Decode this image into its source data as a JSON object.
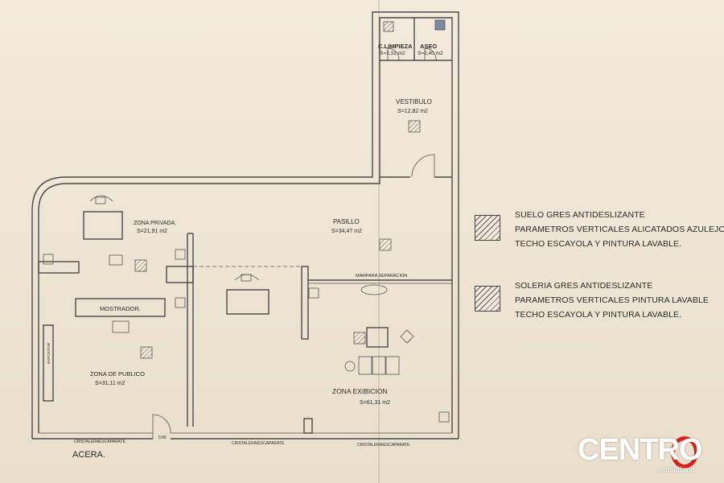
{
  "rooms": {
    "limpieza": {
      "name": "C.LIMPIEZA",
      "area": "S=2,32 m2"
    },
    "aseo": {
      "name": "ASEO",
      "area": "S=2,40 m2"
    },
    "vestibulo": {
      "name": "VESTIBULO",
      "area": "S=12,82 m2"
    },
    "privada": {
      "name": "ZONA PRIVADA.",
      "area": "S=21,91 m2"
    },
    "pasillo": {
      "name": "PASILLO",
      "area": "S=34,47 m2"
    },
    "publico": {
      "name": "ZONA DE PUBLICO",
      "area": "S=31,11 m2"
    },
    "exibicion": {
      "name": "ZONA EXIBICION",
      "area": "S=61,31 m2"
    }
  },
  "labels": {
    "mostrador": "MOSTRADOR.",
    "expositor": "EXPOSITOR",
    "mampara": "MAMPARA SEPARACION",
    "escaparate": "CRISTALERA/ESCAPARATE",
    "escaparate_alt": "CRISTALERAESCAPARATE",
    "door_width": "0.85",
    "acera": "ACERA."
  },
  "legend": [
    {
      "lines": [
        "SUELO GRES ANTIDESLIZANTE",
        "PARAMETROS VERTICALES ALICATADOS AZULEJOS",
        "TECHO ESCAYOLA Y PINTURA  LAVABLE."
      ]
    },
    {
      "lines": [
        "SOLERIA GRES ANTIDESLIZANTE",
        "PARAMETROS VERTICALES PINTURA LAVABLE",
        "TECHO ESCAYOLA Y PINTURA  LAVABLE."
      ]
    }
  ],
  "brand": {
    "name": "CENTRO",
    "sub": "inmobiliaria",
    "accent": "#d6231f"
  }
}
